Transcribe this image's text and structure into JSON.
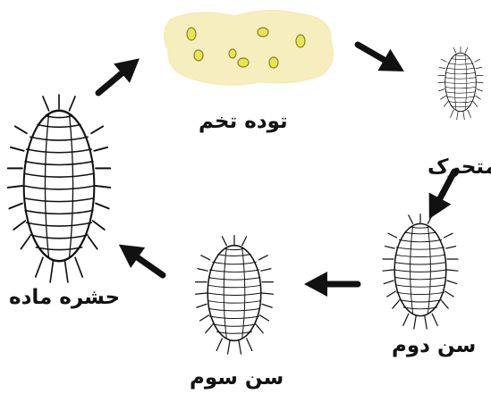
{
  "stages": {
    "egg_mass": "توده تخم",
    "crawler": "متحرک",
    "second_instar": "سن دوم",
    "third_instar": "سن سوم",
    "adult_female": "حشره ماده"
  },
  "colors": {
    "egg_mass_fill": "#f7eebf",
    "egg": "#e8e45a",
    "ink": "#111111"
  }
}
